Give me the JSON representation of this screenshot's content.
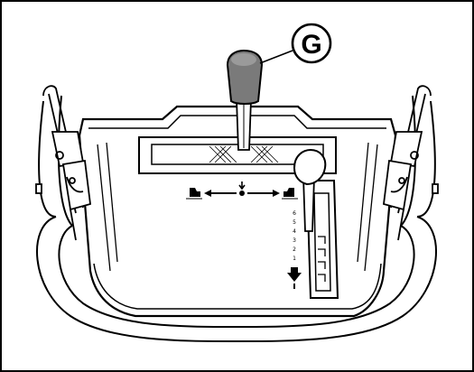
{
  "callout": {
    "letter": "G"
  },
  "speed_scale": {
    "numbers": [
      "6",
      "5",
      "4",
      "3",
      "2",
      "1"
    ]
  },
  "icons": {
    "left_direction": "snow-thrower-left-icon",
    "right_direction": "snow-thrower-right-icon",
    "center_mark": "neutral-arrow-icon",
    "reverse_marker": "reverse-arrow-icon"
  },
  "colors": {
    "line": "#000000",
    "knob_gray": "#7a7a7a",
    "background": "#ffffff"
  }
}
